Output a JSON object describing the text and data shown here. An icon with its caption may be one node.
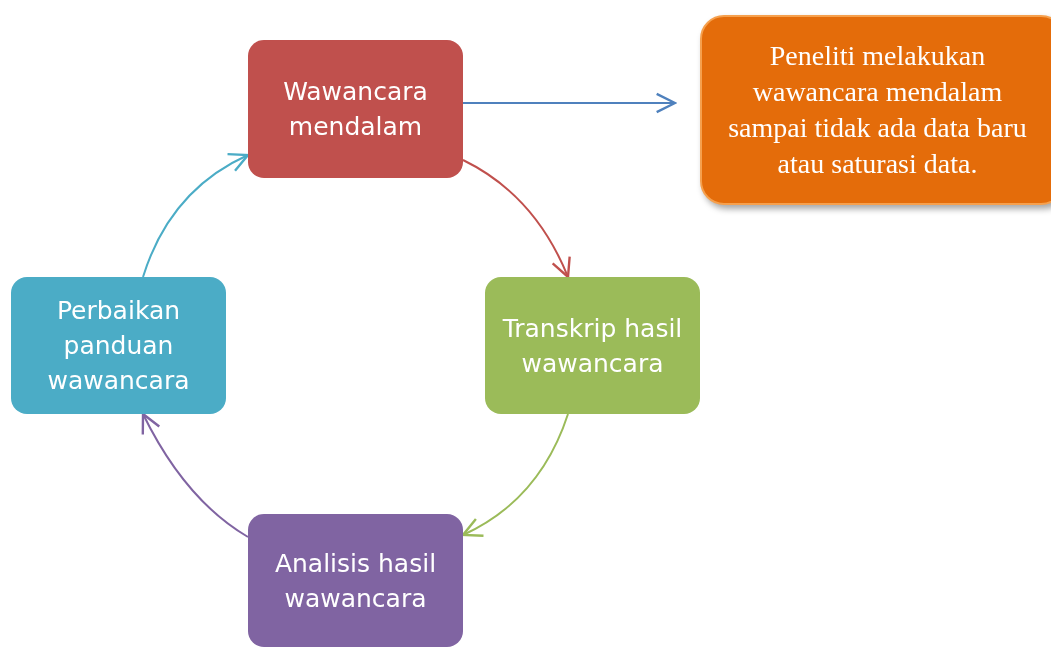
{
  "diagram": {
    "nodes": [
      {
        "text": [
          "Wawancara mendalam"
        ]
      },
      {
        "text": [
          "Peneliti melakukan wawancara mendalam sampai tidak ada data baru atau saturasi data."
        ]
      },
      {
        "text": [
          "Transkrip hasil wawancara"
        ]
      },
      {
        "text": [
          "Analisis hasil wawancara"
        ]
      },
      {
        "text": [
          "Perbaikan panduan wawancara"
        ]
      }
    ],
    "edges": [
      {
        "from": 0,
        "to": 1,
        "arrow": "to",
        "color": "#4f81bd"
      },
      {
        "from": 0,
        "to": 2,
        "arrow": "to",
        "color": "#c0504d"
      },
      {
        "from": 2,
        "to": 3,
        "arrow": "to",
        "color": "#9bbb59"
      },
      {
        "from": 3,
        "to": 4,
        "arrow": "to",
        "color": "#8064a2"
      },
      {
        "from": 4,
        "to": 0,
        "arrow": "to",
        "color": "#4bacc6"
      }
    ]
  }
}
